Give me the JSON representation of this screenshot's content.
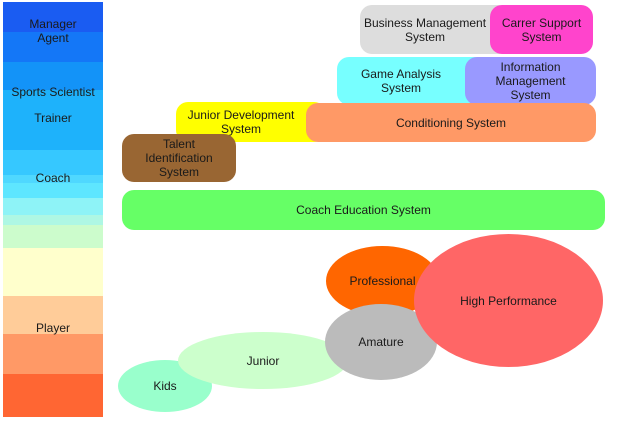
{
  "roles": {
    "manager_agent": "Manager\nAgent",
    "sports_scientist": "Sports Scientist",
    "trainer": "Trainer",
    "coach": "Coach",
    "player": "Player"
  },
  "systems": {
    "business_management": "Business Management\nSystem",
    "career_support": "Carrer Support\nSystem",
    "game_analysis": "Game Analysis\nSystem",
    "information_management": "Information\nManagement\nSystem",
    "junior_development": "Junior Development\nSystem",
    "conditioning": "Conditioning System",
    "talent_identification": "Talent\nIdentification\nSystem",
    "coach_education": "Coach Education System"
  },
  "levels": {
    "professional": "Professional",
    "high_performance": "High Performance",
    "amature": "Amature",
    "junior": "Junior",
    "kids": "Kids"
  },
  "colors": {
    "business_management": "#dddddd",
    "career_support": "#ff44cc",
    "game_analysis": "#77ffff",
    "information_management": "#9999ff",
    "junior_development": "#ffff00",
    "conditioning": "#ff9966",
    "talent_identification": "#996633",
    "coach_education": "#66ff66",
    "professional": "#ff6600",
    "high_performance": "#ff6666",
    "amature": "#bbbbbb",
    "junior": "#ccffcc",
    "kids": "#99ffcc"
  }
}
